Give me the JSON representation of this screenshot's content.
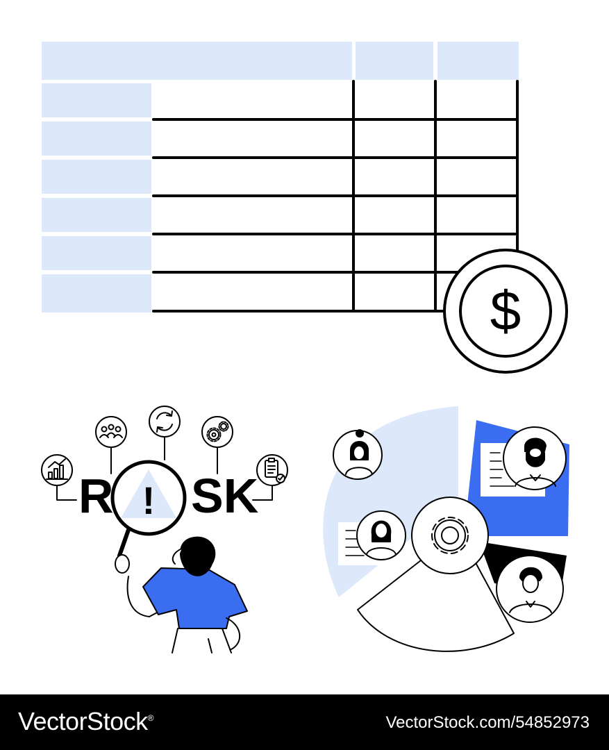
{
  "illustration": {
    "risk_word": {
      "left": "R",
      "middle": "!",
      "right": "SK"
    },
    "currency_symbol": "$"
  },
  "colors": {
    "accent_blue": "#3b6df0",
    "light_blue": "#dde8fb",
    "ink": "#000000",
    "background": "#ffffff"
  },
  "icons": [
    "dollar-coin-icon",
    "magnifier-icon",
    "warning-triangle-icon",
    "bar-chart-icon",
    "team-icon",
    "refresh-icon",
    "gears-icon",
    "checklist-icon",
    "gear-icon",
    "person-avatar-icon"
  ],
  "footer": {
    "brand": "VectorStock",
    "brand_mark": "®",
    "image_id": "VectorStock.com/54852973"
  }
}
